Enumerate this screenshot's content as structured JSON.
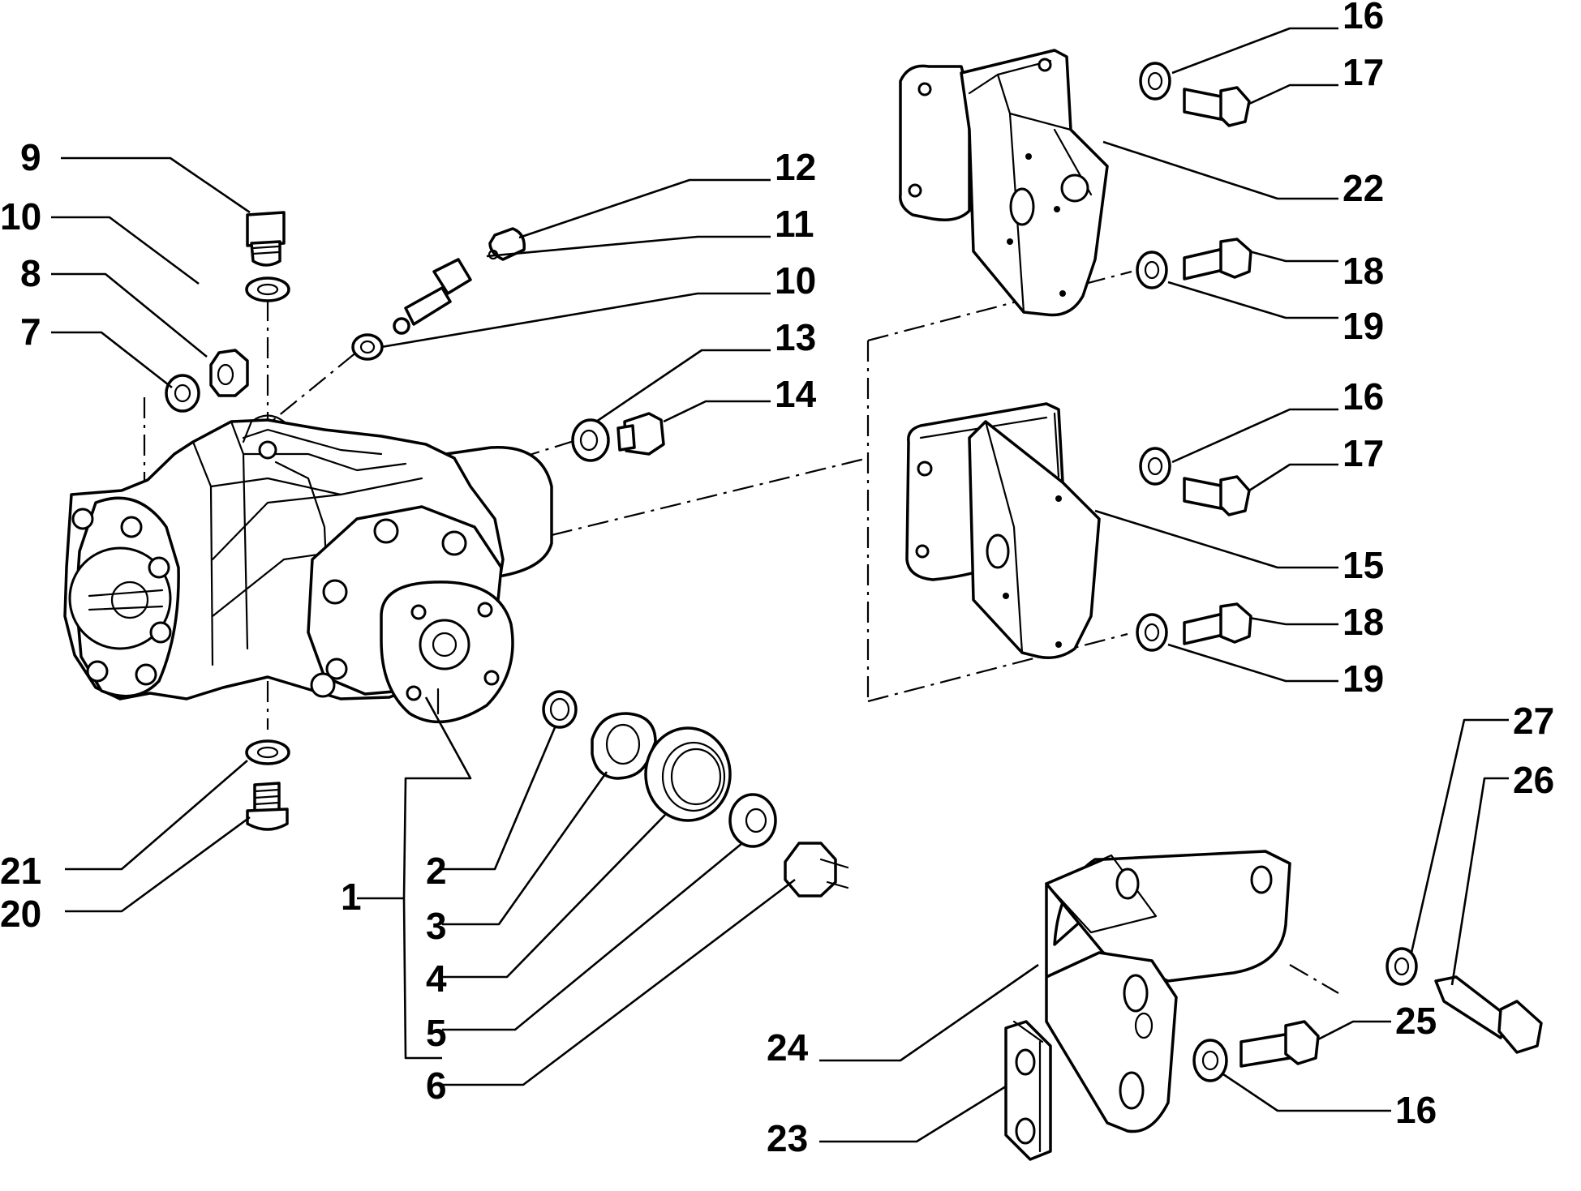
{
  "callouts": {
    "c1": "1",
    "c2": "2",
    "c3": "3",
    "c4": "4",
    "c5": "5",
    "c6": "6",
    "c7": "7",
    "c8": "8",
    "c9": "9",
    "c10a": "10",
    "c10b": "10",
    "c11": "11",
    "c12": "12",
    "c13": "13",
    "c14": "14",
    "c15": "15",
    "c16a": "16",
    "c16b": "16",
    "c16c": "16",
    "c17a": "17",
    "c17b": "17",
    "c18a": "18",
    "c18b": "18",
    "c19a": "19",
    "c19b": "19",
    "c20": "20",
    "c21": "21",
    "c22": "22",
    "c23": "23",
    "c24": "24",
    "c25": "25",
    "c26": "26",
    "c27": "27"
  }
}
